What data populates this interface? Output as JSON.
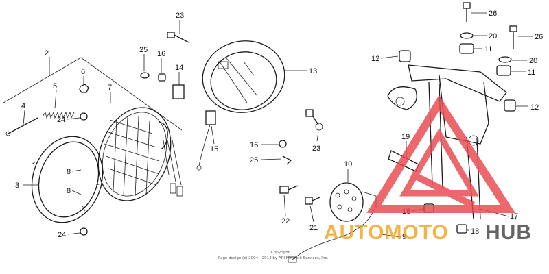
{
  "diagram": {
    "callouts": [
      "2",
      "3",
      "4",
      "5",
      "6",
      "7",
      "8",
      "8",
      "23",
      "25",
      "16",
      "14",
      "13",
      "15",
      "16",
      "25",
      "23",
      "24",
      "24",
      "10",
      "22",
      "21",
      "26",
      "20",
      "11",
      "12",
      "26",
      "20",
      "11",
      "12",
      "19",
      "18",
      "17",
      "18",
      "9"
    ],
    "copyright_lines": [
      "Copyright",
      "Page design (c) 2004 - 2014 by ARI Network Services, Inc."
    ],
    "watermark": {
      "text_a": "AUTOMOTO",
      "text_b": "HUB",
      "color_a": "#f2a31c",
      "color_b": "#444444",
      "triangle_color": "#e8474c"
    }
  }
}
